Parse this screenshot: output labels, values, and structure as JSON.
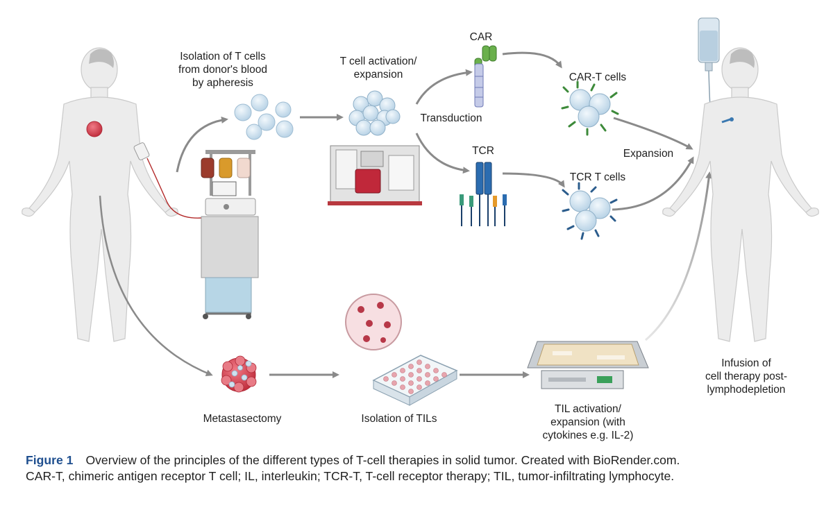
{
  "labels": {
    "isolation": [
      "Isolation of T cells",
      "from donor's blood",
      "by apheresis"
    ],
    "activation": [
      "T cell activation/",
      "expansion"
    ],
    "car": "CAR",
    "transduction": "Transduction",
    "tcr": "TCR",
    "car_t_cells": "CAR-T cells",
    "tcr_t_cells": "TCR T cells",
    "expansion": "Expansion",
    "infusion": [
      "Infusion of",
      "cell therapy post-",
      "lymphodepletion"
    ],
    "metastasectomy": "Metastasectomy",
    "isolation_tils": "Isolation of TILs",
    "til_activation": [
      "TIL activation/",
      "expansion (with",
      "cytokines e.g. IL-2)"
    ]
  },
  "caption": {
    "figure_label": "Figure 1",
    "line1": "Overview of the principles of the different types of T-cell therapies in solid tumor. Created with BioRender.com.",
    "line2": "CAR-T, chimeric antigen receptor T cell; IL, interleukin; TCR-T, T-cell receptor therapy; TIL, tumor-infiltrating lymphocyte."
  },
  "colors": {
    "arrow": "#8a8a8a",
    "body": "#ececec",
    "tumor": "#d9495a",
    "cell": "#cfe2ef",
    "car_domain": "#6ab04c",
    "tcr_domain": "#2b6cb0",
    "caption_label": "#1f4f8f"
  }
}
